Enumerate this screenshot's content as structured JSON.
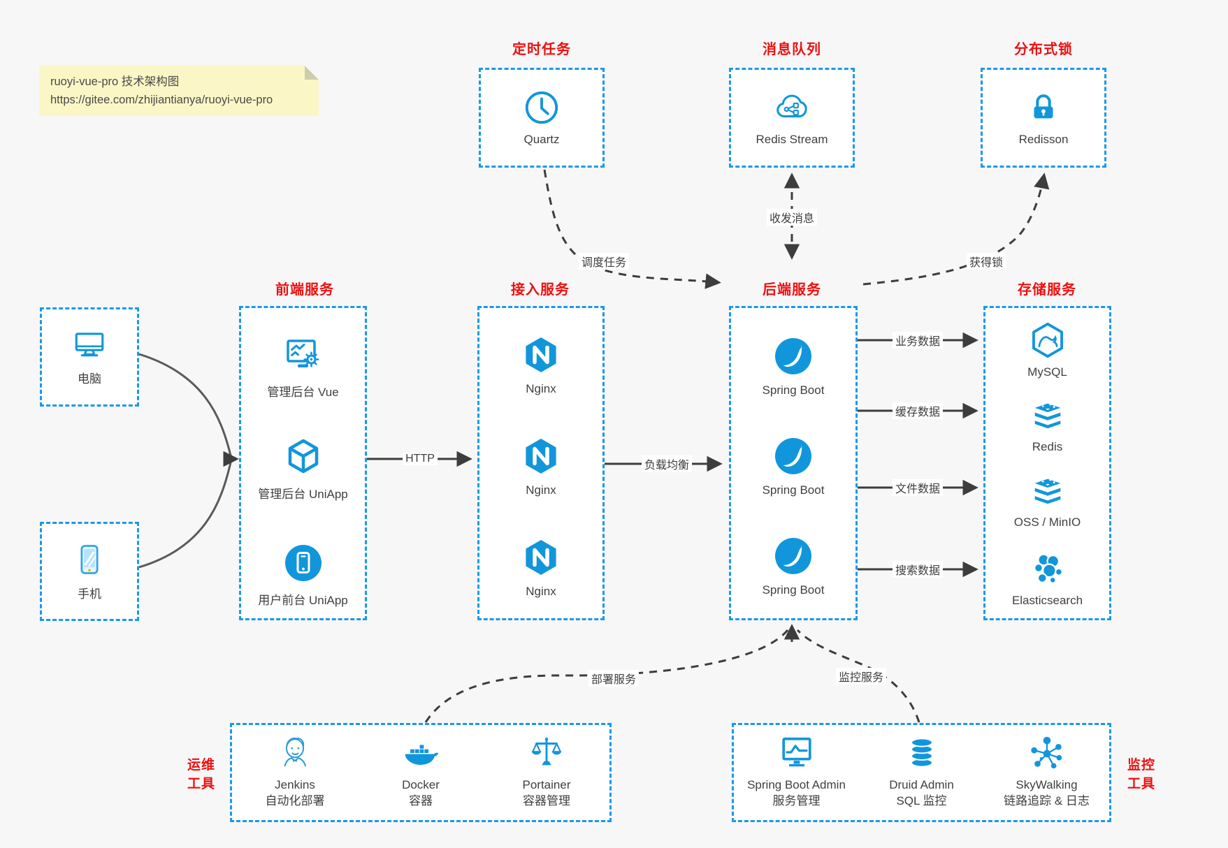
{
  "note": {
    "title": "ruoyi-vue-pro 技术架构图",
    "url": "https://gitee.com/zhijiantianya/ruoyi-vue-pro"
  },
  "palette": {
    "accent_blue": "#1296db",
    "dashed_border_blue": "#1a99e9",
    "title_red": "#ee100f",
    "connector_gray": "#3d3d3d",
    "background": "#f7f7f8",
    "note_yellow": "#faf6c6"
  },
  "boxes": {
    "scheduler": {
      "title": "定时任务",
      "items": [
        {
          "icon": "clock-icon",
          "label": "Quartz"
        }
      ]
    },
    "mq": {
      "title": "消息队列",
      "items": [
        {
          "icon": "cloud-stream-icon",
          "label": "Redis Stream"
        }
      ]
    },
    "lock": {
      "title": "分布式锁",
      "items": [
        {
          "icon": "lock-icon",
          "label": "Redisson"
        }
      ]
    },
    "clients": {
      "pc": {
        "icon": "desktop-icon",
        "label": "电脑"
      },
      "phone": {
        "icon": "smartphone-icon",
        "label": "手机"
      }
    },
    "frontend": {
      "title": "前端服务",
      "items": [
        {
          "icon": "admin-vue-icon",
          "label": "管理后台 Vue"
        },
        {
          "icon": "uniapp-cube-icon",
          "label": "管理后台 UniApp"
        },
        {
          "icon": "user-app-icon",
          "label": "用户前台 UniApp"
        }
      ]
    },
    "gateway": {
      "title": "接入服务",
      "items": [
        {
          "icon": "nginx-icon",
          "label": "Nginx"
        },
        {
          "icon": "nginx-icon",
          "label": "Nginx"
        },
        {
          "icon": "nginx-icon",
          "label": "Nginx"
        }
      ]
    },
    "backend": {
      "title": "后端服务",
      "items": [
        {
          "icon": "spring-boot-icon",
          "label": "Spring Boot"
        },
        {
          "icon": "spring-boot-icon",
          "label": "Spring Boot"
        },
        {
          "icon": "spring-boot-icon",
          "label": "Spring Boot"
        }
      ]
    },
    "storage": {
      "title": "存储服务",
      "items": [
        {
          "icon": "mysql-icon",
          "label": "MySQL"
        },
        {
          "icon": "redis-icon",
          "label": "Redis"
        },
        {
          "icon": "redis-icon",
          "label": "OSS / MinIO"
        },
        {
          "icon": "elasticsearch-icon",
          "label": "Elasticsearch"
        }
      ]
    },
    "ops": {
      "side_title_line1": "运维",
      "side_title_line2": "工具",
      "items": [
        {
          "icon": "jenkins-icon",
          "label": "Jenkins",
          "sublabel": "自动化部署"
        },
        {
          "icon": "docker-icon",
          "label": "Docker",
          "sublabel": "容器"
        },
        {
          "icon": "portainer-icon",
          "label": "Portainer",
          "sublabel": "容器管理"
        }
      ]
    },
    "monitor": {
      "side_title_line1": "监控",
      "side_title_line2": "工具",
      "items": [
        {
          "icon": "spring-boot-admin-icon",
          "label": "Spring Boot Admin",
          "sublabel": "服务管理"
        },
        {
          "icon": "druid-icon",
          "label": "Druid Admin",
          "sublabel": "SQL 监控"
        },
        {
          "icon": "skywalking-icon",
          "label": "SkyWalking",
          "sublabel": "链路追踪 & 日志"
        }
      ]
    }
  },
  "edges": {
    "http": "HTTP",
    "load_balance": "负载均衡",
    "schedule": "调度任务",
    "messages": "收发消息",
    "acquire_lock": "获得锁",
    "business_data": "业务数据",
    "cache_data": "缓存数据",
    "file_data": "文件数据",
    "search_data": "搜索数据",
    "deploy": "部署服务",
    "monitoring": "监控服务"
  }
}
